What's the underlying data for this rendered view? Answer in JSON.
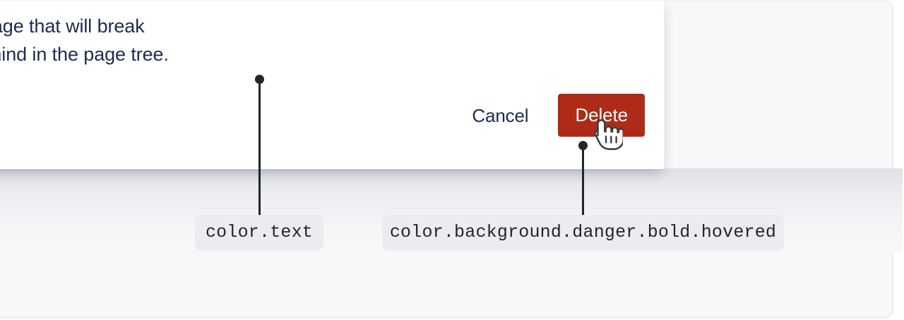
{
  "dialog": {
    "message": "e links to this page that will break\ns will be left behind in the page tree.",
    "buttons": {
      "cancel": "Cancel",
      "delete": "Delete"
    }
  },
  "annotations": [
    {
      "token": "color.text",
      "target": "dialog-message-text"
    },
    {
      "token": "color.background.danger.bold.hovered",
      "target": "delete-button-background"
    }
  ],
  "cursor": {
    "icon": "pointer-hand-cursor",
    "state": "hovered"
  },
  "colors": {
    "text": "#1d2b4d",
    "danger_bold_hovered": "#ae2a19",
    "surface": "#f7f8fa",
    "dialog_background": "#ffffff",
    "chip_background": "#ebecef",
    "annotation_stroke": "#22262b"
  }
}
